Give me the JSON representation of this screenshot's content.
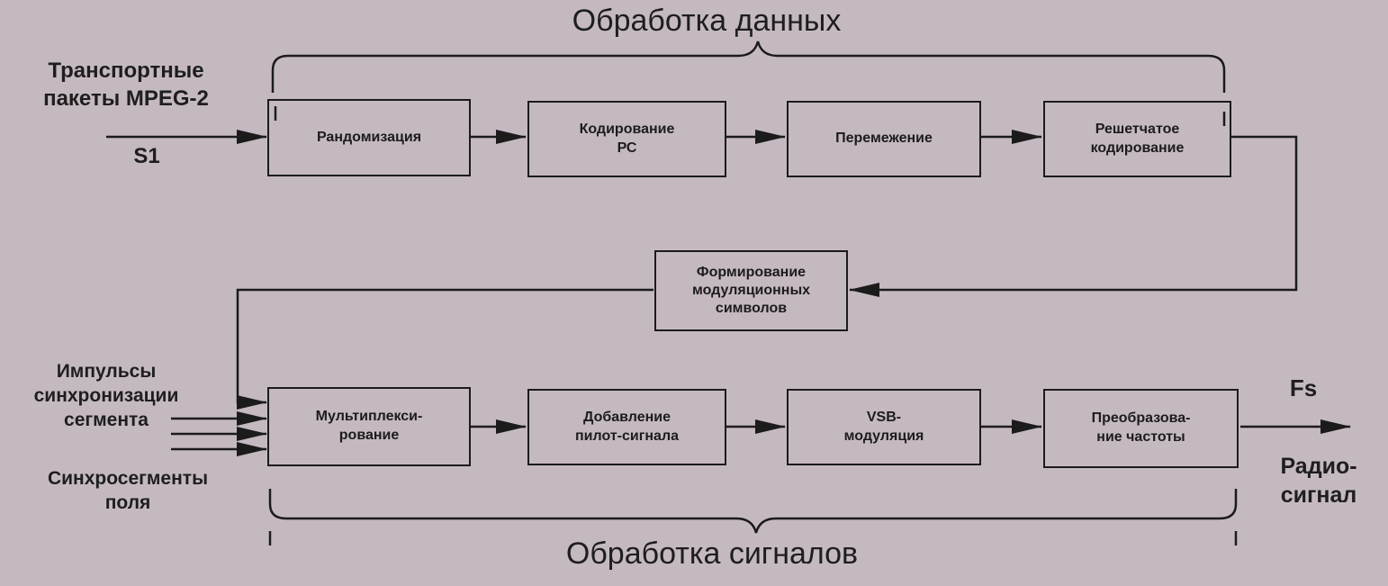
{
  "titles": {
    "top": "Обработка данных",
    "bottom": "Обработка сигналов"
  },
  "inputs": {
    "transport": "Транспортные\nпакеты MPEG-2",
    "s1": "S1",
    "sync_pulses": "Импульсы\nсинхронизации\nсегмента",
    "field_sync": "Синхросегменты\nполя"
  },
  "blocks": {
    "randomization": "Рандомизация",
    "rs_coding": "Кодирование\nРС",
    "interleaving": "Перемежение",
    "trellis": "Решетчатое\nкодирование",
    "symbol_forming": "Формирование\nмодуляционных\nсимволов",
    "multiplexing": "Мультиплекси-\nрование",
    "pilot": "Добавление\nпилот-сигнала",
    "vsb": "VSB-\nмодуляция",
    "freq_conversion": "Преобразова-\nние частоты"
  },
  "outputs": {
    "fs": "Fs",
    "radio": "Радио-\nсигнал"
  }
}
